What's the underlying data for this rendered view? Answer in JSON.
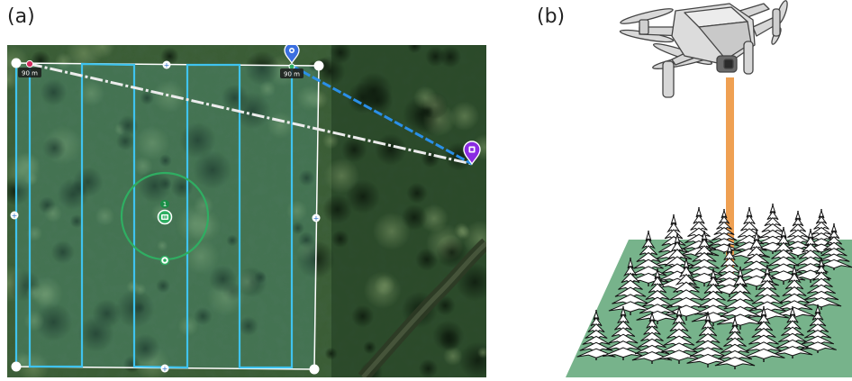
{
  "panels": {
    "a": {
      "label": "(a)",
      "altitude_start": "90 m",
      "altitude_end": "90 m",
      "waypoint_number": "1",
      "colors": {
        "flight_lines": "#3fc3ee",
        "boundary": "#ffffff",
        "route_home": "#f2f2f2",
        "route_takeoff": "#2a8fe8",
        "poi_circle": "#2fae62",
        "start_pin": "#3b6fe0",
        "home_pin": "#8a2be2",
        "start_dot": "#d12a5c"
      },
      "icons": [
        "location-pin-icon",
        "home-pin-icon",
        "poi-camera-icon",
        "add-vertex-icon"
      ]
    },
    "b": {
      "label": "(b)",
      "colors": {
        "ground": "#77b38b",
        "lidar_beam": "#efa052",
        "drone_body": "#d7d7d7",
        "trees": "#111111"
      },
      "icons": [
        "drone-icon",
        "tree-icon"
      ]
    }
  }
}
